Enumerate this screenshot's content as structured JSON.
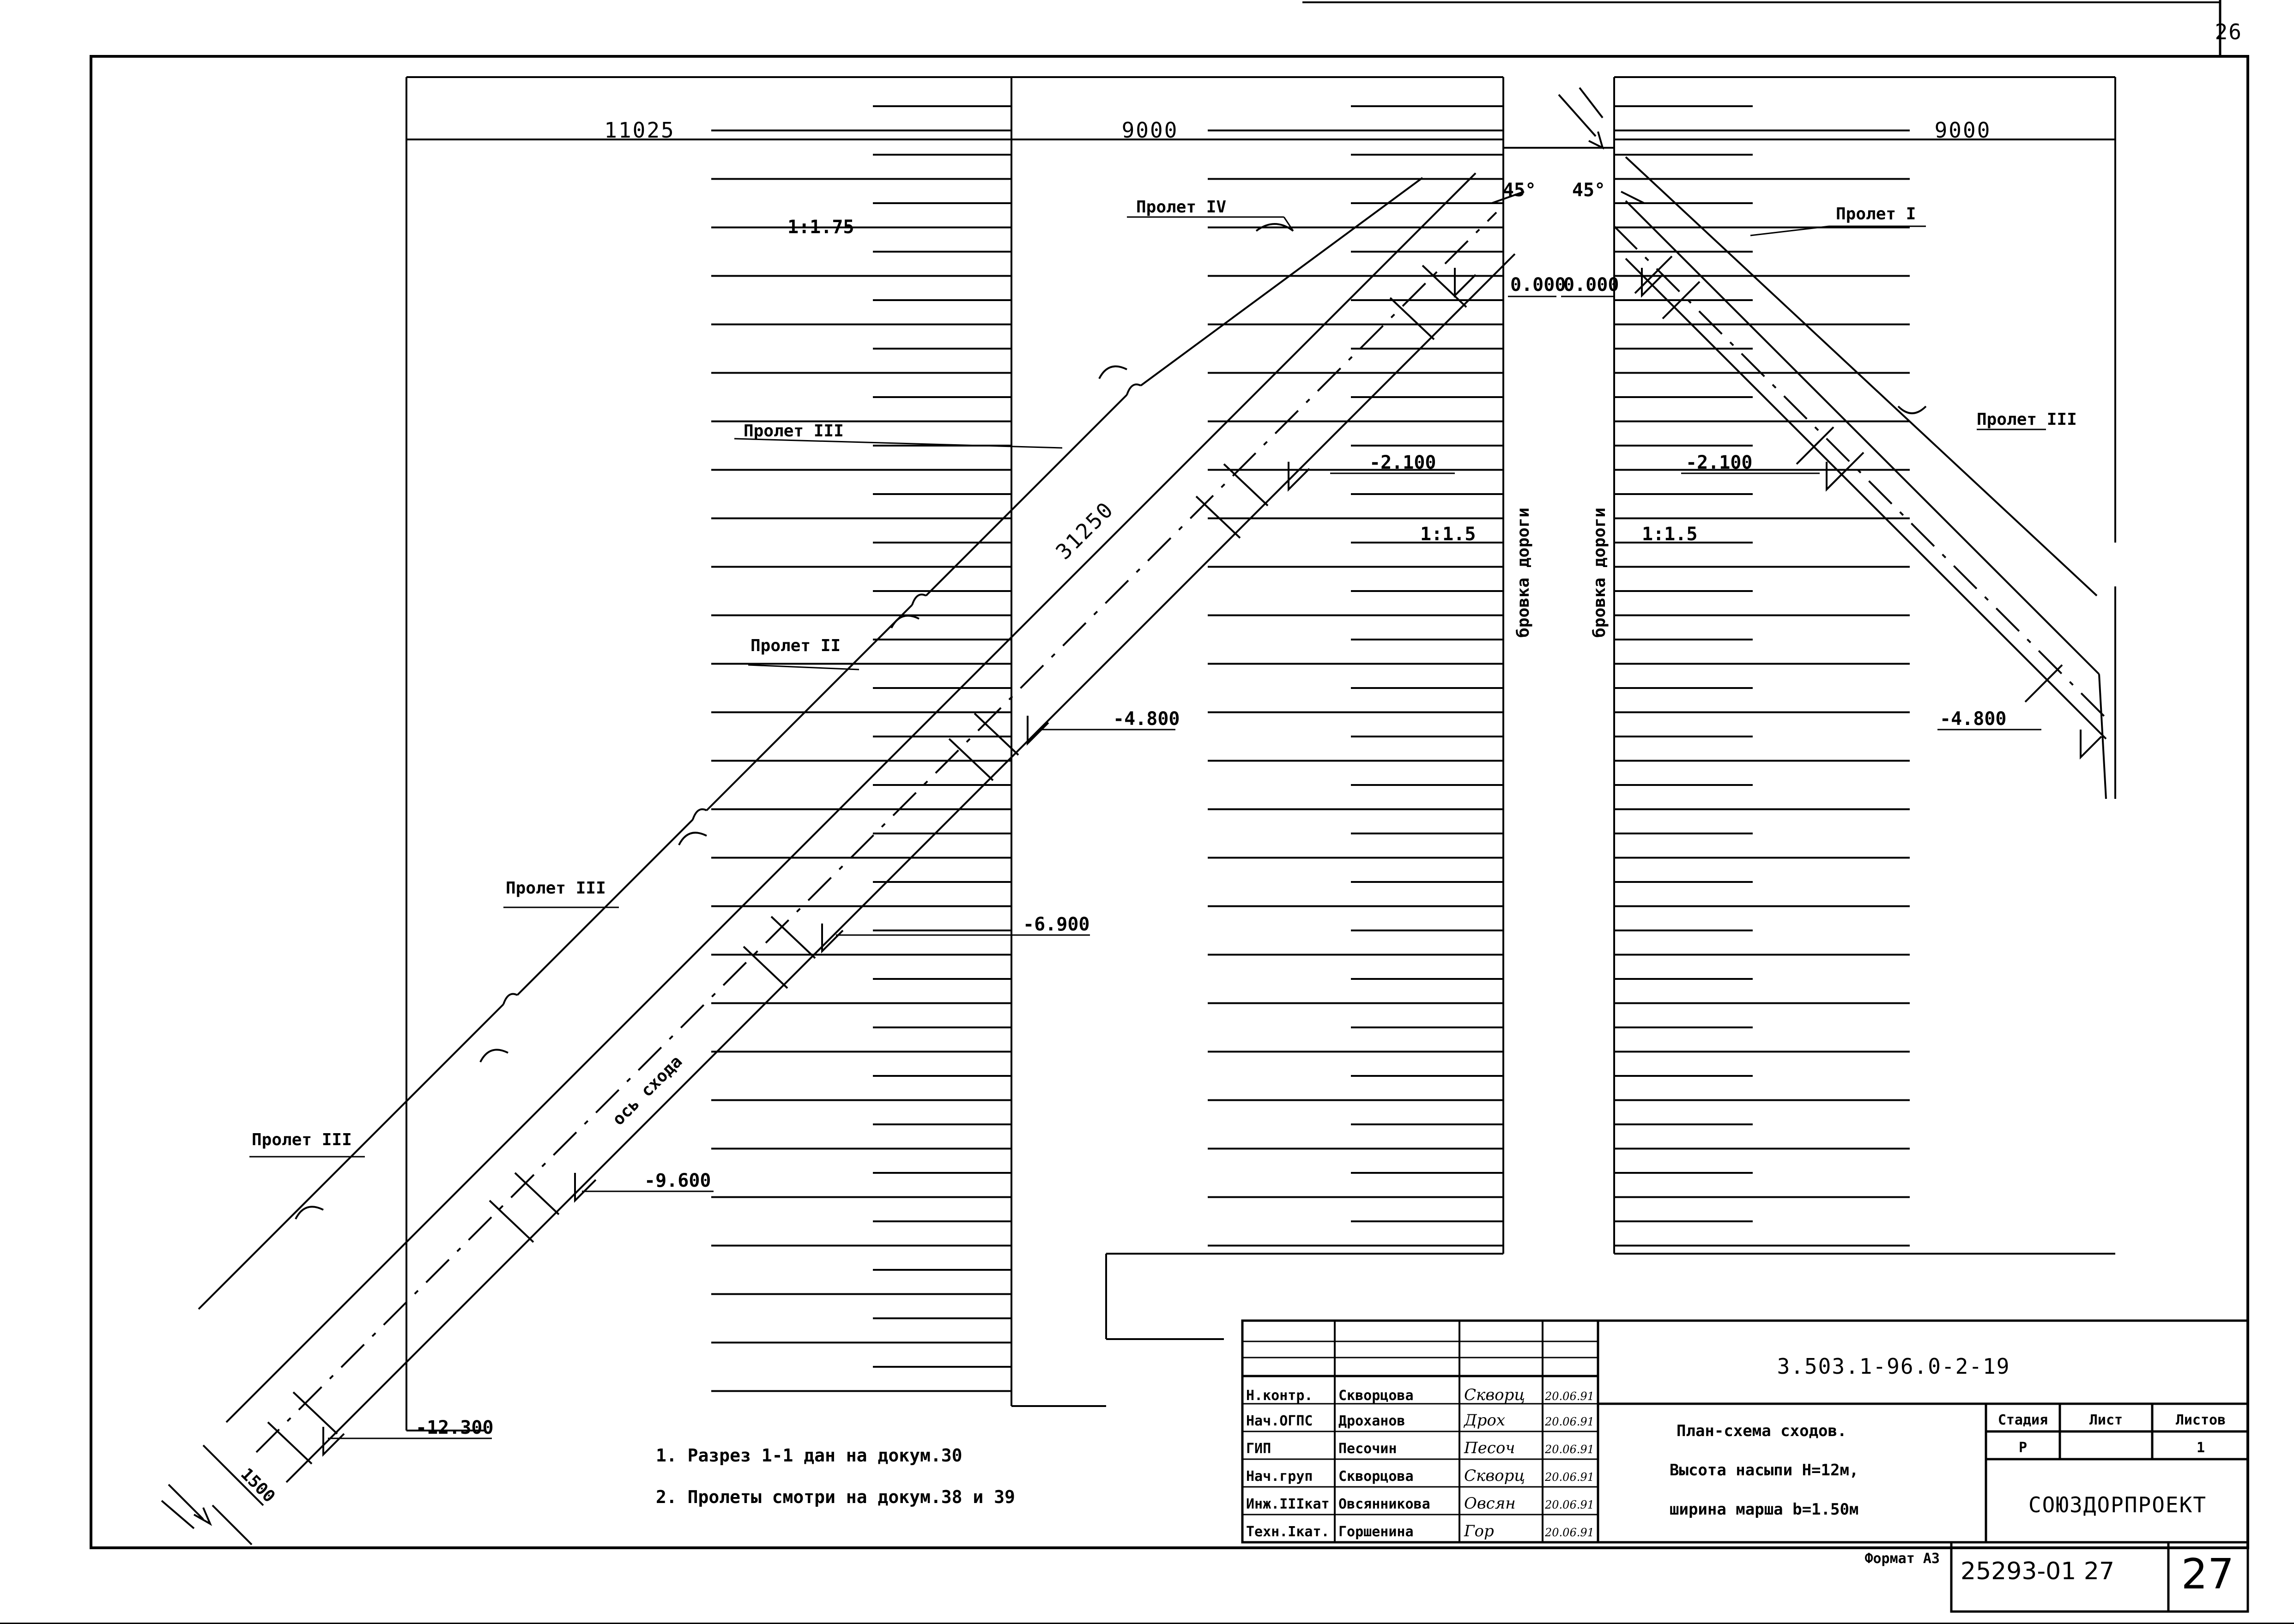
{
  "sheet_number_top": "26",
  "sheet_number_bottom": "27",
  "format": "Формат А3",
  "archive_number": "25293-01  27",
  "dimensions": {
    "d1": "11025",
    "d2": "9000",
    "d3": "9000",
    "diag_length": "31250",
    "width": "1500",
    "angle_left": "45°",
    "angle_right": "45°"
  },
  "slopes": {
    "left": "1:1.75",
    "mid_left": "1:1.5",
    "mid_right": "1:1.5"
  },
  "road_edge": "бровка дороги",
  "axis_label": "ось схода",
  "spans": {
    "iv": "Пролет IV",
    "i": "Пролет I",
    "iii": "Пролет III",
    "ii": "Пролет II"
  },
  "levels": {
    "top_left": "0.000",
    "top_right": "0.000",
    "l1": "-2.100",
    "r1": "-2.100",
    "l2": "-4.800",
    "r2": "-4.800",
    "l3": "-6.900",
    "l4": "-9.600",
    "l5": "-12.300"
  },
  "notes": [
    "1. Разрез 1-1 дан на докум.30",
    "2. Пролеты смотри на докум.38 и 39"
  ],
  "title_block": {
    "doc_code": "3.503.1-96.0-2-19",
    "title_lines": [
      "План-схема сходов.",
      "Высота насыпи Н=12м,",
      "ширина марша b=1.50м"
    ],
    "stage_header": "Стадия",
    "sheet_header": "Лист",
    "sheets_header": "Листов",
    "stage_value": "Р",
    "sheet_value": "",
    "sheets_value": "1",
    "organization": "СОЮЗДОРПРОЕКТ",
    "staff": [
      {
        "role": "Н.контр.",
        "name": "Скворцова",
        "sign": "Скворц",
        "date": "20.06.91"
      },
      {
        "role": "Нач.ОГПС",
        "name": "Дроханов",
        "sign": "Дрох",
        "date": "20.06.91"
      },
      {
        "role": "ГИП",
        "name": "Песочин",
        "sign": "Песоч",
        "date": "20.06.91"
      },
      {
        "role": "Нач.груп",
        "name": "Скворцова",
        "sign": "Скворц",
        "date": "20.06.91"
      },
      {
        "role": "Инж.IIIкат",
        "name": "Овсянникова",
        "sign": "Овсян",
        "date": "20.06.91"
      },
      {
        "role": "Техн.Iкат.",
        "name": "Горшенина",
        "sign": "Гор",
        "date": "20.06.91"
      }
    ]
  }
}
